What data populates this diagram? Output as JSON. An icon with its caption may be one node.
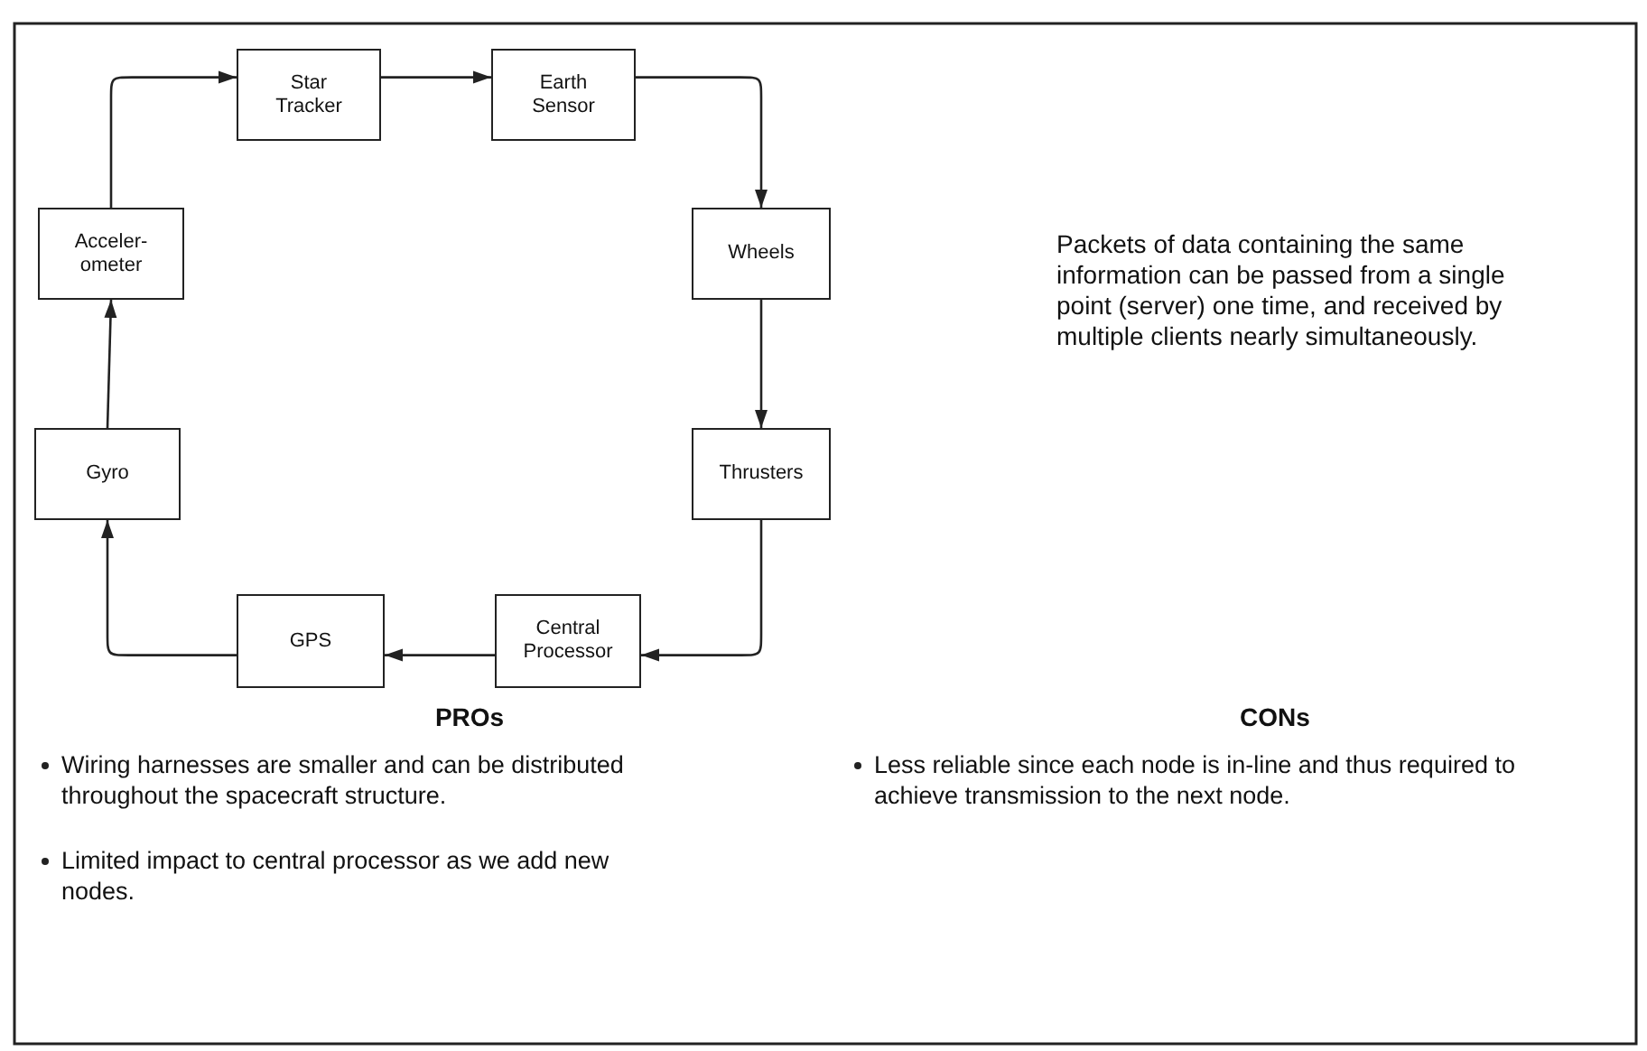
{
  "diagram": {
    "nodes": [
      {
        "text": [
          "Star Tracker"
        ]
      },
      {
        "text": [
          "Earth Sensor"
        ]
      },
      {
        "text": [
          "Wheels"
        ]
      },
      {
        "text": [
          "Thrusters"
        ]
      },
      {
        "text": [
          "Central Processor"
        ]
      },
      {
        "text": [
          "GPS"
        ]
      },
      {
        "text": [
          "Gyro"
        ]
      },
      {
        "text": [
          "Acceler- ometer"
        ]
      }
    ],
    "edges": [
      {
        "from": 0,
        "to": 1,
        "arrow": "to"
      },
      {
        "from": 1,
        "to": 2,
        "arrow": "to"
      },
      {
        "from": 2,
        "to": 3,
        "arrow": "to"
      },
      {
        "from": 3,
        "to": 4,
        "arrow": "to"
      },
      {
        "from": 4,
        "to": 5,
        "arrow": "to"
      },
      {
        "from": 5,
        "to": 6,
        "arrow": "to"
      },
      {
        "from": 6,
        "to": 7,
        "arrow": "to"
      },
      {
        "from": 7,
        "to": 0,
        "arrow": "to"
      }
    ],
    "labels": [
      "Packets of data containing the same information can be passed from a single point (server) one time, and received by multiple clients nearly simultaneously.",
      "PROs",
      "CONs",
      "Wiring harnesses are smaller and can be distributed throughout the spacecraft structure.",
      "Less reliable since each node is in-line and thus required to achieve transmission to the next node.",
      "Limited impact to central processor as we add new nodes."
    ]
  }
}
